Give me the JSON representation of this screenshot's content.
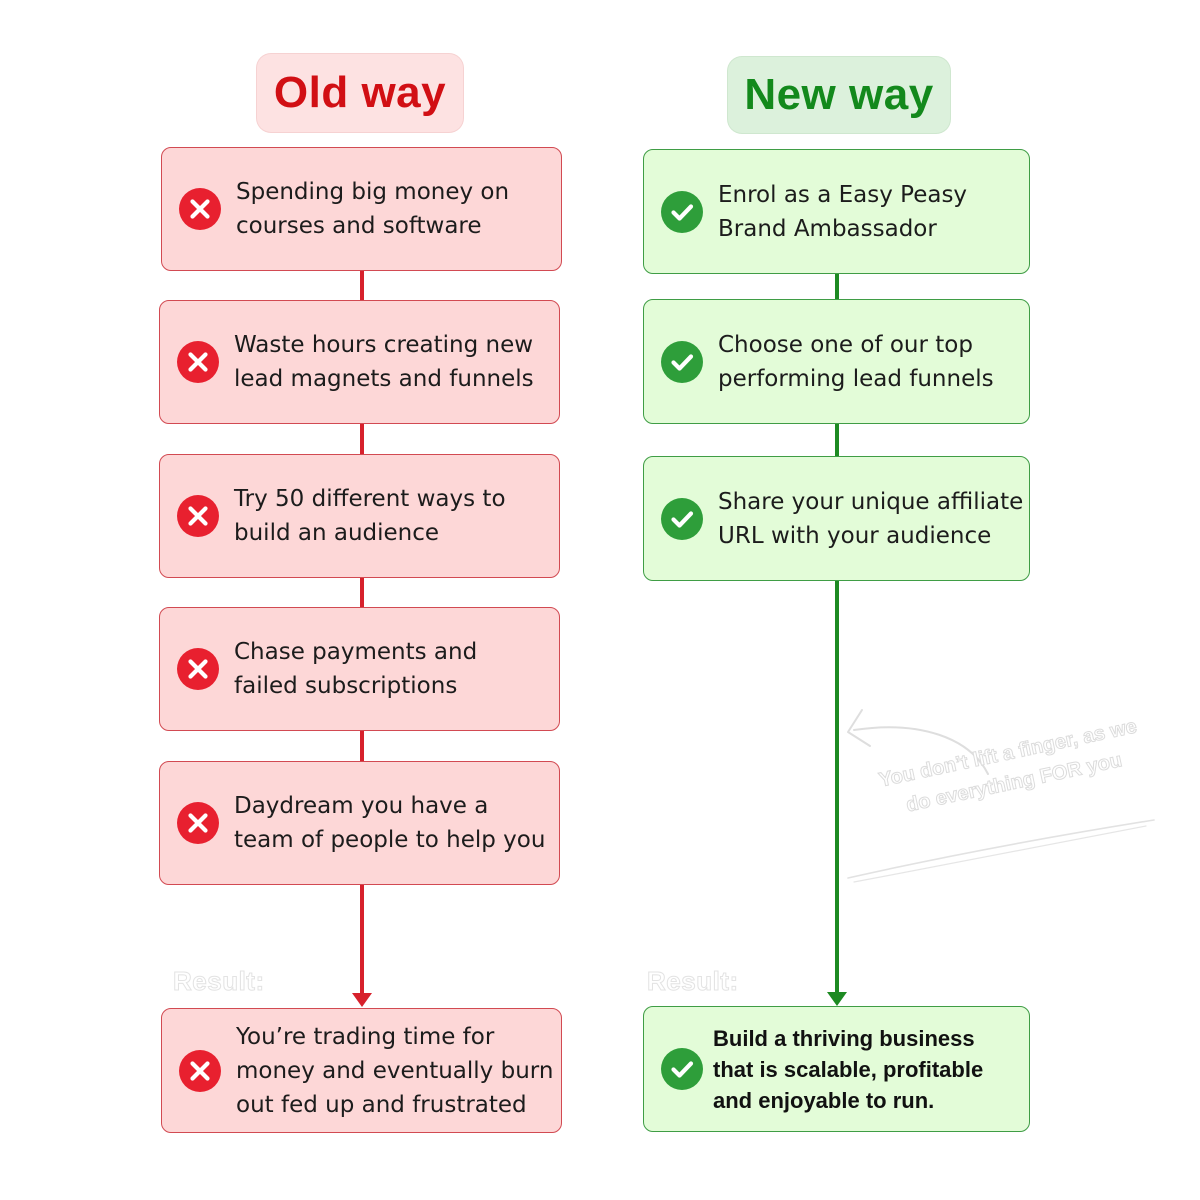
{
  "headings": {
    "old": "Old way",
    "new": "New way"
  },
  "old_steps": [
    {
      "text": "Spending big money on\ncourses and software",
      "icon": "x-circle-icon"
    },
    {
      "text": "Waste hours creating new\nlead magnets and funnels",
      "icon": "x-circle-icon"
    },
    {
      "text": "Try 50 different ways to\nbuild an audience",
      "icon": "x-circle-icon"
    },
    {
      "text": "Chase payments and\nfailed subscriptions",
      "icon": "x-circle-icon"
    },
    {
      "text": "Daydream you have a\nteam of people to help you",
      "icon": "x-circle-icon"
    }
  ],
  "old_result": {
    "label": "Result:",
    "text": "You’re trading time for\nmoney and eventually burn\nout fed up and frustrated",
    "icon": "x-circle-icon"
  },
  "new_steps": [
    {
      "text": "Enrol as a Easy Peasy\nBrand Ambassador",
      "icon": "check-circle-icon"
    },
    {
      "text": "Choose one of our top\nperforming lead funnels",
      "icon": "check-circle-icon"
    },
    {
      "text": "Share your unique affiliate\nURL with your audience",
      "icon": "check-circle-icon"
    }
  ],
  "new_result": {
    "label": "Result:",
    "text": "Build a thriving business\nthat is scalable, profitable\nand enjoyable to run.",
    "icon": "check-circle-icon"
  },
  "annotation": "You don’t lift a finger, as we\ndo everything FOR you",
  "colors": {
    "old_accent": "#d10f14",
    "old_box": "#fdd7d7",
    "new_accent": "#13891c",
    "new_box": "#e3fcd8"
  }
}
